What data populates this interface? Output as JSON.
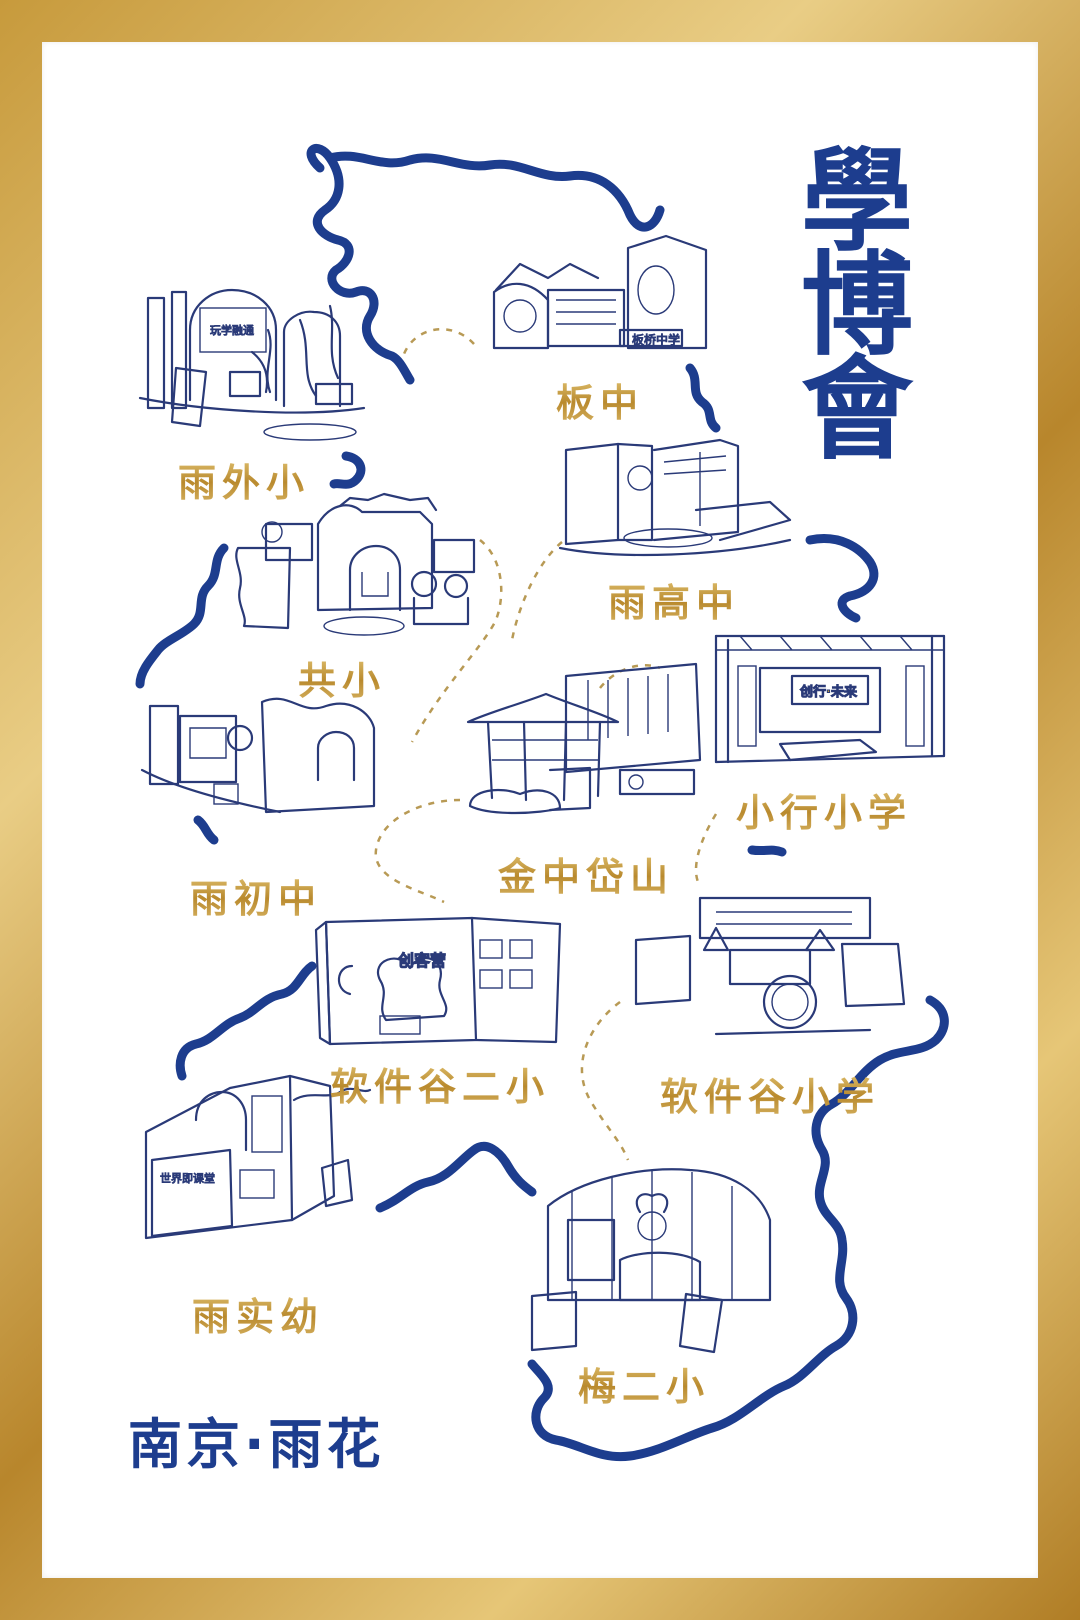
{
  "title": [
    "學",
    "博",
    "會"
  ],
  "location": "南京·雨花",
  "colors": {
    "frame_gold": "#c79a3c",
    "river_blue": "#1d3d8e",
    "sketch_navy": "#2a3a78",
    "label_gold": "#c29a3a",
    "path_gold": "#b89a55"
  },
  "sites": [
    {
      "id": "yuwaixiao",
      "label": "雨外小"
    },
    {
      "id": "banzhong",
      "label": "板中"
    },
    {
      "id": "yugaozhong",
      "label": "雨高中"
    },
    {
      "id": "gongxiao",
      "label": "共小"
    },
    {
      "id": "xiaoxingxiaoxue",
      "label": "小行小学"
    },
    {
      "id": "yuchuzhong",
      "label": "雨初中"
    },
    {
      "id": "jinzhongdaishan",
      "label": "金中岱山"
    },
    {
      "id": "ruanjianguerxiao",
      "label": "软件谷二小"
    },
    {
      "id": "ruanjianguxiaoxue",
      "label": "软件谷小学"
    },
    {
      "id": "yushiyou",
      "label": "雨实幼"
    },
    {
      "id": "meierxiao",
      "label": "梅二小"
    }
  ],
  "booth_signs": {
    "yuwaixiao": "玩学融通",
    "banzhong": "板桥中学",
    "xiaoxingxiaoxue": "创行·未来",
    "ruanjianguerxiao": "创客营",
    "yushiyou": "世界即课堂"
  }
}
